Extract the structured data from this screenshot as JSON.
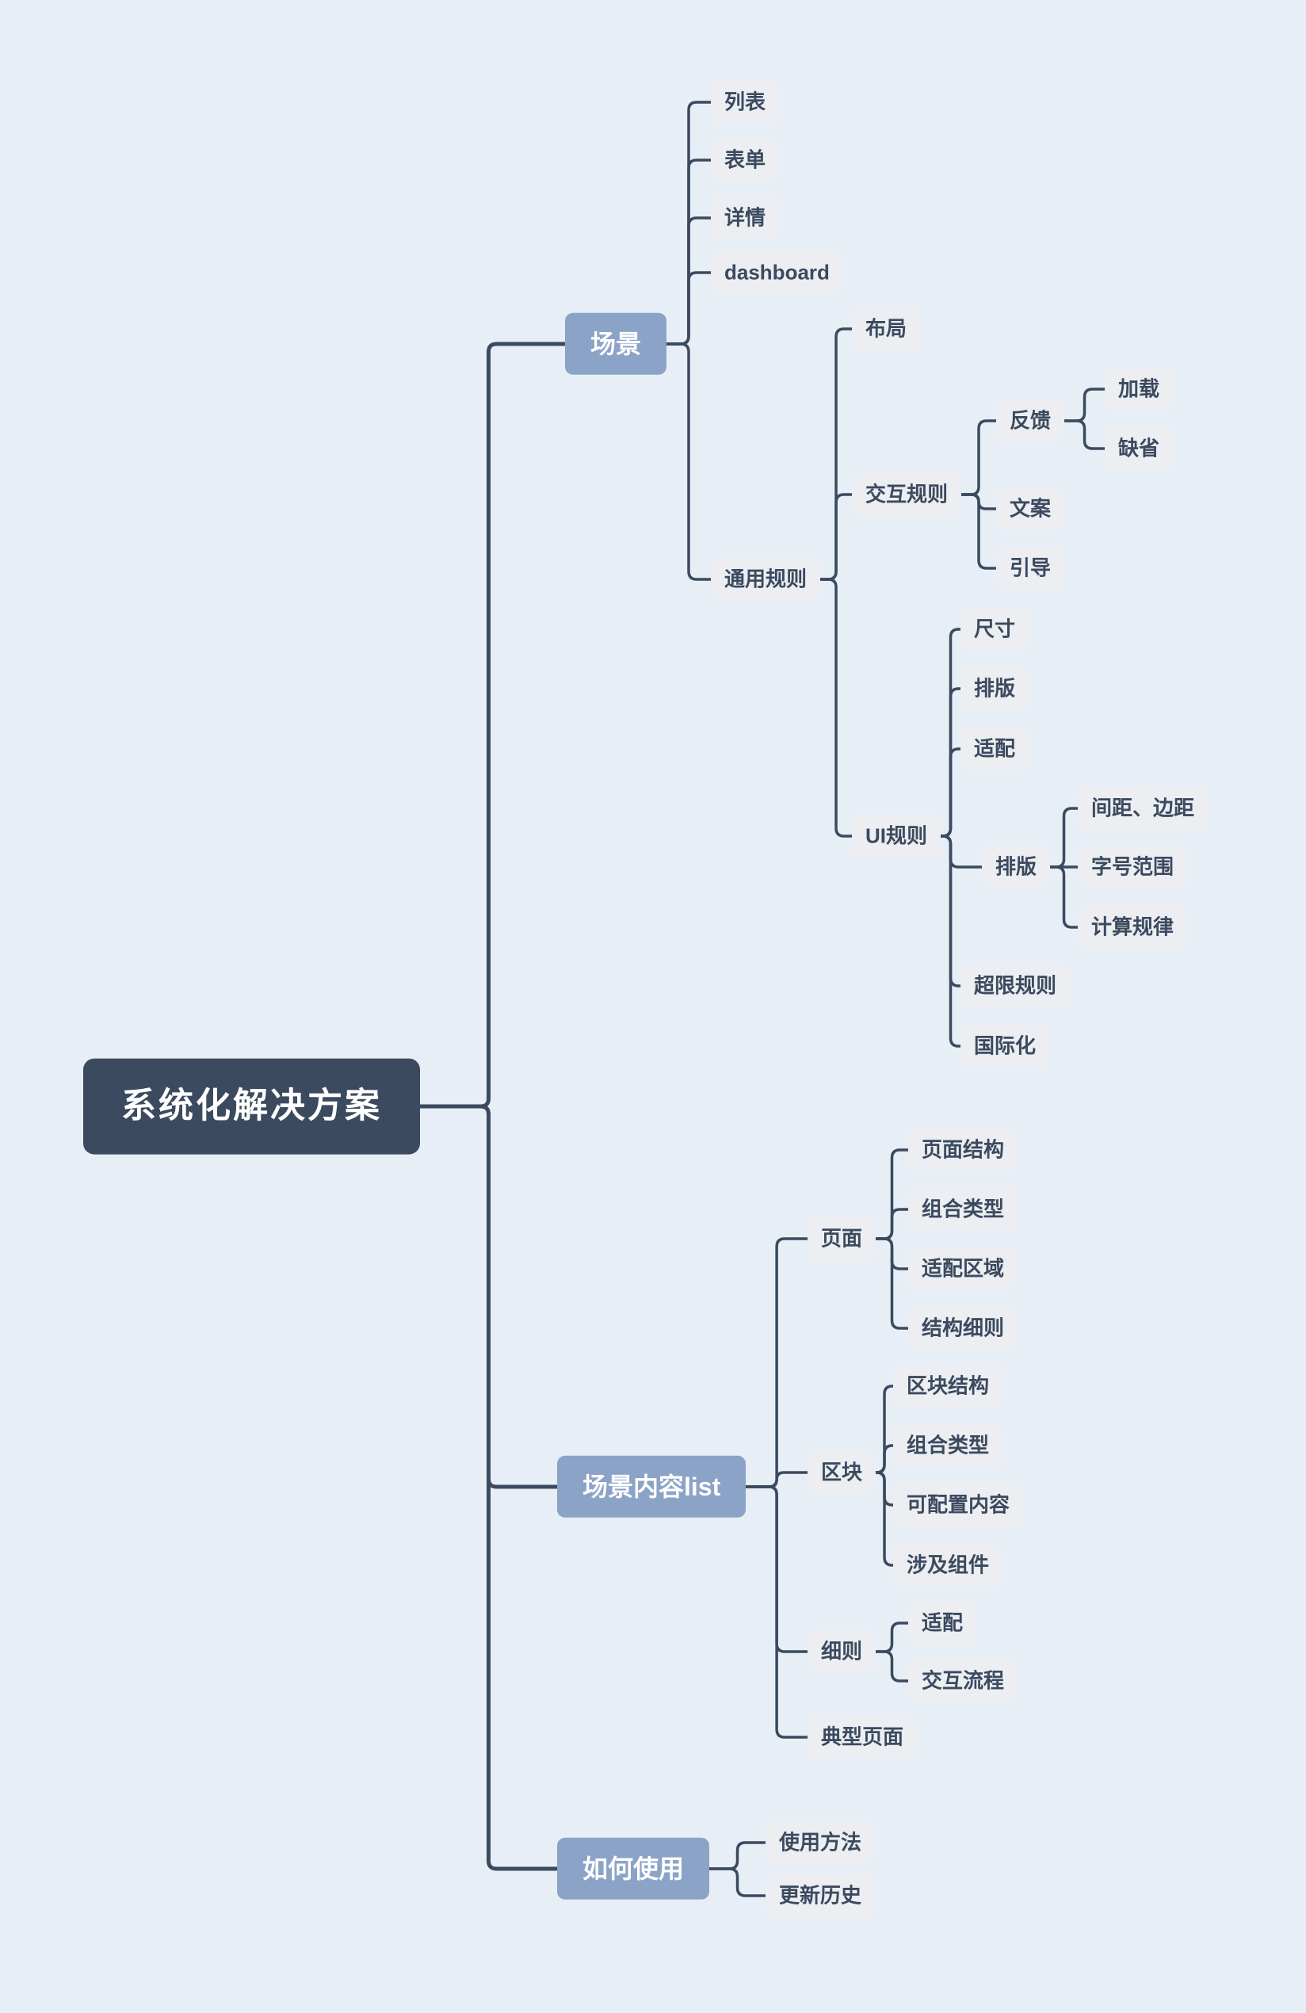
{
  "diagram": {
    "type": "mindmap",
    "title": "系统化解决方案"
  },
  "colors": {
    "background": "#e7eef6",
    "root_bg": "#3b4a5f",
    "branch_bg": "#8ba3c7",
    "leaf_bg": "#eceef2",
    "leaf_text": "#3b4a5f",
    "line": "#3b4a5f"
  },
  "nodes": {
    "root": {
      "label": "系统化解决方案",
      "parent": null
    },
    "scene": {
      "label": "场景",
      "parent": "root"
    },
    "list": {
      "label": "列表",
      "parent": "scene"
    },
    "form": {
      "label": "表单",
      "parent": "scene"
    },
    "detail": {
      "label": "详情",
      "parent": "scene"
    },
    "dashboard": {
      "label": "dashboard",
      "parent": "scene"
    },
    "general_rules": {
      "label": "通用规则",
      "parent": "scene"
    },
    "layout": {
      "label": "布局",
      "parent": "general_rules"
    },
    "interaction_rules": {
      "label": "交互规则",
      "parent": "general_rules"
    },
    "feedback": {
      "label": "反馈",
      "parent": "interaction_rules"
    },
    "loading": {
      "label": "加载",
      "parent": "feedback"
    },
    "default_state": {
      "label": "缺省",
      "parent": "feedback"
    },
    "copywriting": {
      "label": "文案",
      "parent": "interaction_rules"
    },
    "guidance": {
      "label": "引导",
      "parent": "interaction_rules"
    },
    "ui_rules": {
      "label": "UI规则",
      "parent": "general_rules"
    },
    "size": {
      "label": "尺寸",
      "parent": "ui_rules"
    },
    "typography1": {
      "label": "排版",
      "parent": "ui_rules"
    },
    "adaptation1": {
      "label": "适配",
      "parent": "ui_rules"
    },
    "typography2": {
      "label": "排版",
      "parent": "ui_rules"
    },
    "spacing_margin": {
      "label": "间距、边距",
      "parent": "typography2"
    },
    "font_size_range": {
      "label": "字号范围",
      "parent": "typography2"
    },
    "calculation_rules": {
      "label": "计算规律",
      "parent": "typography2"
    },
    "overflow_rules": {
      "label": "超限规则",
      "parent": "ui_rules"
    },
    "i18n": {
      "label": "国际化",
      "parent": "ui_rules"
    },
    "scene_content": {
      "label": "场景内容list",
      "parent": "root"
    },
    "page": {
      "label": "页面",
      "parent": "scene_content"
    },
    "page_structure": {
      "label": "页面结构",
      "parent": "page"
    },
    "combo_type1": {
      "label": "组合类型",
      "parent": "page"
    },
    "adapt_area": {
      "label": "适配区域",
      "parent": "page"
    },
    "structure_rules": {
      "label": "结构细则",
      "parent": "page"
    },
    "block": {
      "label": "区块",
      "parent": "scene_content"
    },
    "block_structure": {
      "label": "区块结构",
      "parent": "block"
    },
    "combo_type2": {
      "label": "组合类型",
      "parent": "block"
    },
    "configurable_content": {
      "label": "可配置内容",
      "parent": "block"
    },
    "components": {
      "label": "涉及组件",
      "parent": "block"
    },
    "rules": {
      "label": "细则",
      "parent": "scene_content"
    },
    "adaptation2": {
      "label": "适配",
      "parent": "rules"
    },
    "interaction_flow": {
      "label": "交互流程",
      "parent": "rules"
    },
    "typical_page": {
      "label": "典型页面",
      "parent": "scene_content"
    },
    "how_to_use": {
      "label": "如何使用",
      "parent": "root"
    },
    "usage": {
      "label": "使用方法",
      "parent": "how_to_use"
    },
    "update_history": {
      "label": "更新历史",
      "parent": "how_to_use"
    }
  }
}
